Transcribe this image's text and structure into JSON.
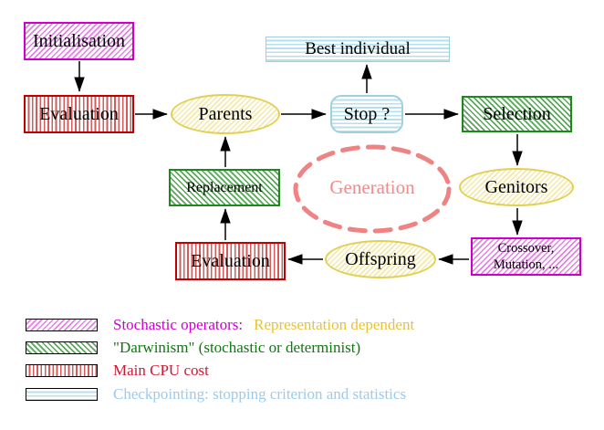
{
  "diagram": {
    "nodes": {
      "initialisation": {
        "label": "Initialisation"
      },
      "evaluation_top": {
        "label": "Evaluation"
      },
      "best_individual": {
        "label": "Best individual"
      },
      "stop": {
        "label": "Stop ?"
      },
      "selection": {
        "label": "Selection"
      },
      "parents": {
        "label": "Parents"
      },
      "replacement": {
        "label": "Replacement"
      },
      "genitors": {
        "label": "Genitors"
      },
      "evaluation_bottom": {
        "label": "Evaluation"
      },
      "offspring": {
        "label": "Offspring"
      },
      "crossover": {
        "line1": "Crossover,",
        "line2": "Mutation, ..."
      },
      "generation": {
        "label": "Generation"
      }
    },
    "colors": {
      "magenta": "#CC00CC",
      "green": "#1B8A1B",
      "red": "#C00000",
      "cyan_border": "#9FD0E0",
      "yellow_border": "#E3CF55",
      "salmon": "#EE8C8C",
      "arrow": "#000000"
    }
  },
  "legend": {
    "items": [
      {
        "swatch": "magenta-hatch",
        "text": "Stochastic operators:",
        "text2": "Representation dependent",
        "text_color": "#CC00CC",
        "text2_color": "#E6C23C"
      },
      {
        "swatch": "green-hatch",
        "text": "\"Darwinism\" (stochastic or determinist)",
        "text_color": "#117711"
      },
      {
        "swatch": "red-stripes",
        "text": "Main CPU cost",
        "text_color": "#CC1A33"
      },
      {
        "swatch": "cyan-stripes",
        "text": "Checkpointing: stopping criterion and statistics",
        "text_color": "#9CCBEA"
      }
    ]
  }
}
